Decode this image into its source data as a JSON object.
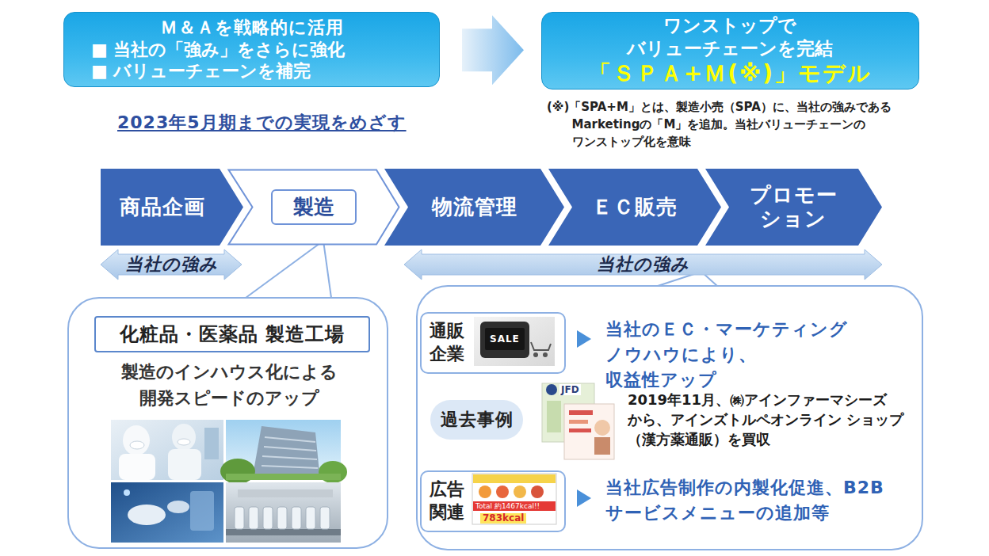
{
  "diagram": {
    "nodes": [
      {
        "text": [
          "Ｍ＆Ａを戦略的に活用",
          "■ 当社の「強み」をさらに強化",
          "■ バリューチェーンを補完"
        ]
      },
      {
        "text": [
          "ワンストップで バリューチェーンを完結",
          "「ＳＰＡ+Ｍ(※)」モデル"
        ]
      },
      {
        "text": [
          "商品企画"
        ]
      },
      {
        "text": [
          "製造"
        ]
      },
      {
        "text": [
          "物流管理"
        ]
      },
      {
        "text": [
          "ＥＣ販売"
        ]
      },
      {
        "text": [
          "プロモーション"
        ]
      },
      {
        "text": [
          "当社の強み"
        ]
      },
      {
        "text": [
          "当社の強み"
        ]
      },
      {
        "text": [
          "製造のインハウス化による 開発スピードのアップ"
        ]
      },
      {
        "text": [
          "化粧品・医薬品 製造工場"
        ],
        "in": 9
      },
      {
        "text": [
          "当社のＥＣ・マーケティング ノウハウにより、収益性アップ",
          "2019年11月、㈱アインファーマシーズ から、アインズトルペオンライン ショップ（漢方薬通販）を買収",
          "当社広告制作の内製化促進、B2B サービスメニューの追加等"
        ]
      },
      {
        "text": [
          "通販 企業"
        ],
        "in": 11
      },
      {
        "text": [
          "過去事例"
        ],
        "in": 11
      },
      {
        "text": [
          "広告 関連"
        ],
        "in": 11
      }
    ],
    "edges": [
      {
        "from": 0,
        "to": 1,
        "arrow": "to"
      },
      {
        "from": 9,
        "to": 3,
        "arrow": "none"
      },
      {
        "from": 11,
        "to": 8,
        "arrow": "none"
      }
    ],
    "labels": [
      "(※)「SPA+M」とは、製造小売（SPA）に、当社の強みである Marketingの「M」を追加。当社バリューチェーンの ワンストップ化を意味",
      "2023年5月期までの実現をめざす",
      "SALE",
      "JFD",
      "Total 約1467kcal!!",
      "783kcal"
    ]
  }
}
